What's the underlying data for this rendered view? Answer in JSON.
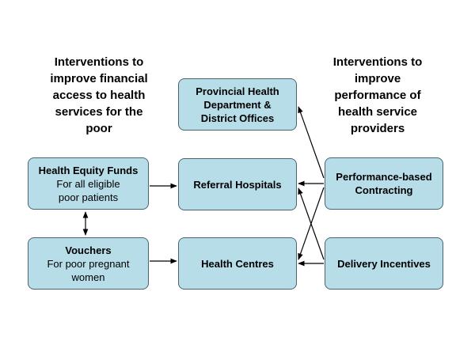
{
  "headings": {
    "left": "Interventions to\nimprove financial\naccess to health\nservices for the\npoor",
    "right": "Interventions to\nimprove\nperformance of\nhealth service\nproviders"
  },
  "nodes": {
    "heef": {
      "title": "Health Equity Funds",
      "sub": "For all eligible\npoor patients"
    },
    "vouchers": {
      "title": "Vouchers",
      "sub": "For poor pregnant\nwomen"
    },
    "provincial": {
      "title": "Provincial Health\nDepartment &\nDistrict Offices"
    },
    "referral": {
      "title": "Referral Hospitals"
    },
    "centres": {
      "title": "Health Centres"
    },
    "pbc": {
      "title": "Performance-based\nContracting"
    },
    "incentives": {
      "title": "Delivery Incentives"
    }
  },
  "colors": {
    "box_fill": "#b7dde8",
    "box_border": "#4a6470",
    "arrow": "#000000"
  }
}
